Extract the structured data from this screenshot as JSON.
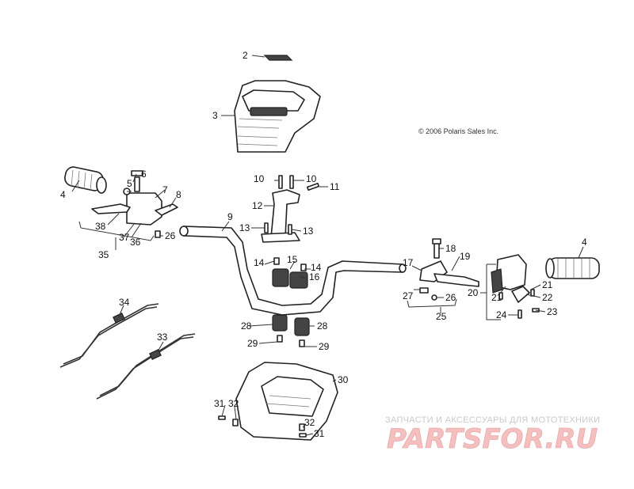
{
  "diagram": {
    "copyright": "© 2006 Polaris Sales Inc.",
    "watermark_tagline": "ЗАПЧАСТИ И АКСЕССУАРЫ ДЛЯ МОТОТЕХНИКИ",
    "watermark_logo": "PARTSFOR.RU",
    "callouts": [
      "2",
      "3",
      "4",
      "5",
      "6",
      "7",
      "8",
      "9",
      "10",
      "10",
      "11",
      "12",
      "13",
      "13",
      "14",
      "15",
      "14",
      "16",
      "17",
      "18",
      "19",
      "20",
      "21",
      "21",
      "22",
      "23",
      "24",
      "25",
      "26",
      "26",
      "27",
      "28",
      "28",
      "29",
      "29",
      "30",
      "31",
      "32",
      "32",
      "31",
      "33",
      "34",
      "35",
      "36",
      "37",
      "38",
      "4"
    ]
  }
}
